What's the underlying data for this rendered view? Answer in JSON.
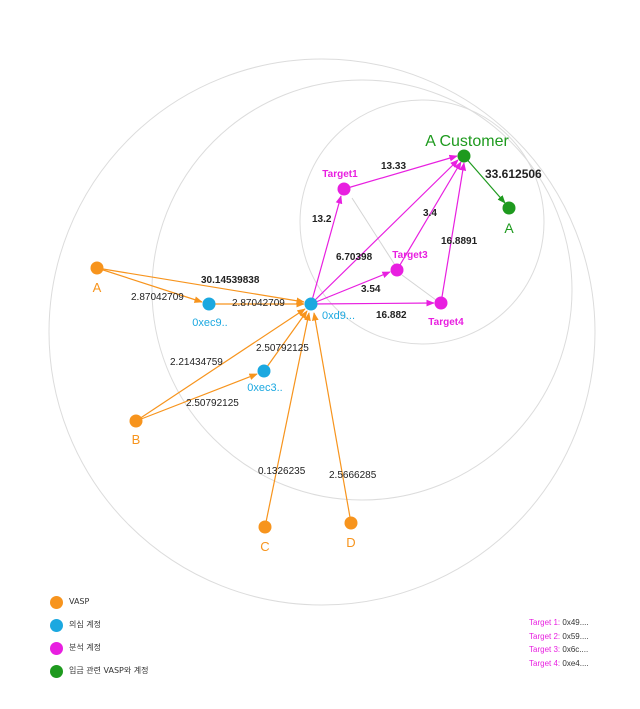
{
  "colors": {
    "vasp": "#f7941d",
    "suspect": "#1ba8e0",
    "target": "#e81fe0",
    "customer": "#1e9a1e",
    "edge_label": "#222222",
    "faint_edge": "#cccccc"
  },
  "nodes": {
    "A": {
      "label": "A"
    },
    "B": {
      "label": "B"
    },
    "C": {
      "label": "C"
    },
    "D": {
      "label": "D"
    },
    "xec9": {
      "label": "0xec9.."
    },
    "xec3": {
      "label": "0xec3.."
    },
    "xd9": {
      "label": "0xd9..."
    },
    "target1": {
      "label": "Target1"
    },
    "target3": {
      "label": "Target3"
    },
    "target4": {
      "label": "Target4"
    },
    "customer": {
      "label": "A Customer"
    },
    "A2": {
      "label": "A"
    }
  },
  "edges": {
    "a_xd9": "30.14539838",
    "a_xec9": "2.87042709",
    "xec9_xd9": "2.87042709",
    "b_xd9": "2.21434759",
    "xec3_xd9": "2.50792125",
    "b_xec3": "2.50792125",
    "c_xd9": "0.1326235",
    "d_xd9": "2.5666285",
    "xd9_t1": "13.2",
    "t1_cust": "13.33",
    "xd9_cust": "6.70398",
    "t3_cust": "3.4",
    "t4_cust": "16.8891",
    "xd9_t3": "3.54",
    "xd9_t4": "16.882",
    "cust_a2": "33.612506"
  },
  "legend": [
    {
      "label": "VASP",
      "color": "#f7941d"
    },
    {
      "label": "의심 계정",
      "color": "#1ba8e0"
    },
    {
      "label": "분석 계정",
      "color": "#e81fe0"
    },
    {
      "label": "입금 관련 VASP와 계정",
      "color": "#1e9a1e"
    }
  ],
  "targets": [
    {
      "key": "Target 1:",
      "value": "0x49...."
    },
    {
      "key": "Target 2:",
      "value": "0x59...."
    },
    {
      "key": "Target 3:",
      "value": "0x6c...."
    },
    {
      "key": "Target 4:",
      "value": "0xe4...."
    }
  ]
}
